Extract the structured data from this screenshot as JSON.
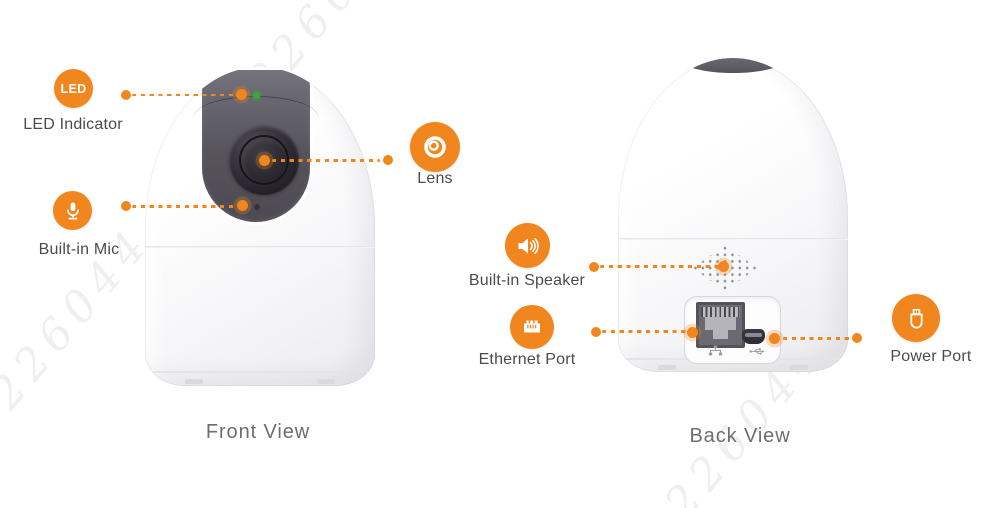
{
  "colors": {
    "accent": "#F0861D",
    "head_panel": "#56535B",
    "label_text": "#4B4B4B",
    "caption_text": "#6E6E6E",
    "led_green": "#3BA441"
  },
  "watermark": {
    "text": "226044"
  },
  "front_view": {
    "caption": "Front View",
    "led": {
      "badge": "LED",
      "label": "LED Indicator"
    },
    "mic": {
      "label": "Built-in Mic"
    },
    "lens": {
      "label": "Lens"
    }
  },
  "back_view": {
    "caption": "Back View",
    "speaker": {
      "label": "Built-in Speaker"
    },
    "ethernet": {
      "label": "Ethernet Port"
    },
    "power": {
      "label": "Power Port"
    }
  }
}
